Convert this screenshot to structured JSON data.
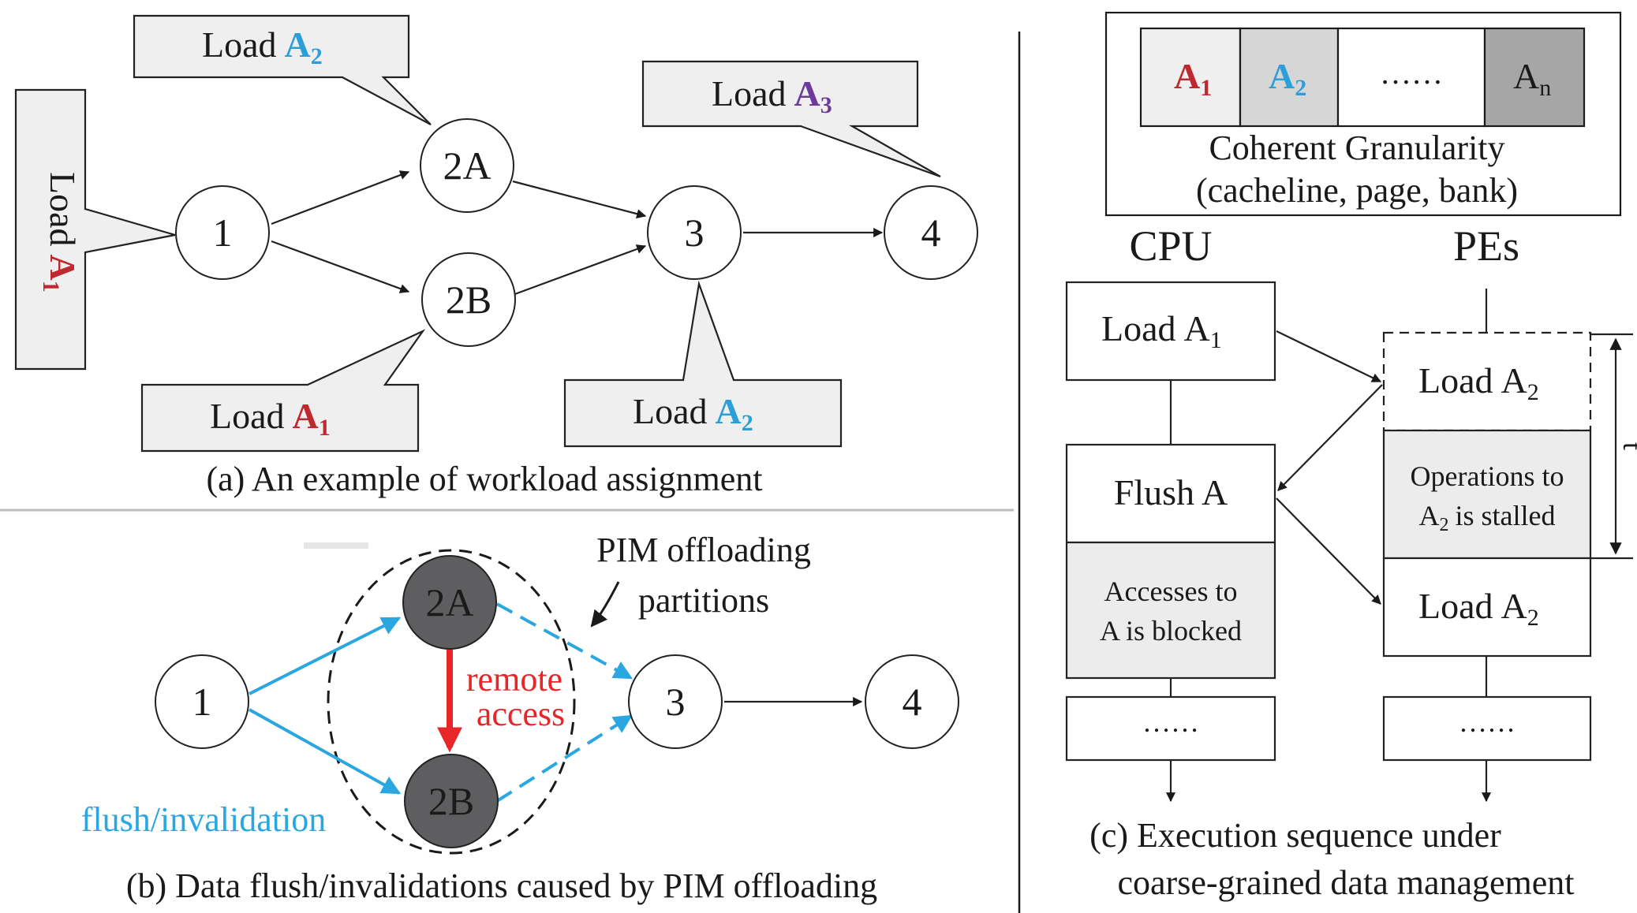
{
  "colors": {
    "a1": "#c0282f",
    "a2": "#2b9fd8",
    "a3": "#6e3b9a",
    "flush": "#2aa6e0",
    "remote": "#e8262a",
    "dark_node": "#5e5e60",
    "callout_fill": "#efefef",
    "divider": "#bdbdbd"
  },
  "common": {
    "load": "Load",
    "A": "A",
    "sub1": "1",
    "sub2": "2",
    "sub3": "3",
    "subn": "n"
  },
  "panel_a": {
    "caption": "(a) An example of workload assignment",
    "nodes": [
      "1",
      "2A",
      "2B",
      "3",
      "4"
    ]
  },
  "panel_b": {
    "caption": "(b) Data flush/invalidations caused by PIM offloading",
    "nodes": [
      "1",
      "2A",
      "2B",
      "3",
      "4"
    ],
    "partition_label_1": "PIM offloading",
    "partition_label_2": "partitions",
    "remote_1": "remote",
    "remote_2": "access",
    "flush_label": "flush/invalidation"
  },
  "panel_c": {
    "granularity_dots": "……",
    "granularity_title": "Coherent Granularity",
    "granularity_sub": "(cacheline, page, bank)",
    "cpu_label": "CPU",
    "pes_label": "PEs",
    "flush_box": "Flush A",
    "blocked_1": "Accesses to",
    "blocked_2": "A is blocked",
    "stalled_1": "Operations to",
    "stalled_2": "is stalled",
    "dots": "……",
    "t_label": "t",
    "caption_1": "(c) Execution sequence under",
    "caption_2": "coarse-grained data management"
  }
}
